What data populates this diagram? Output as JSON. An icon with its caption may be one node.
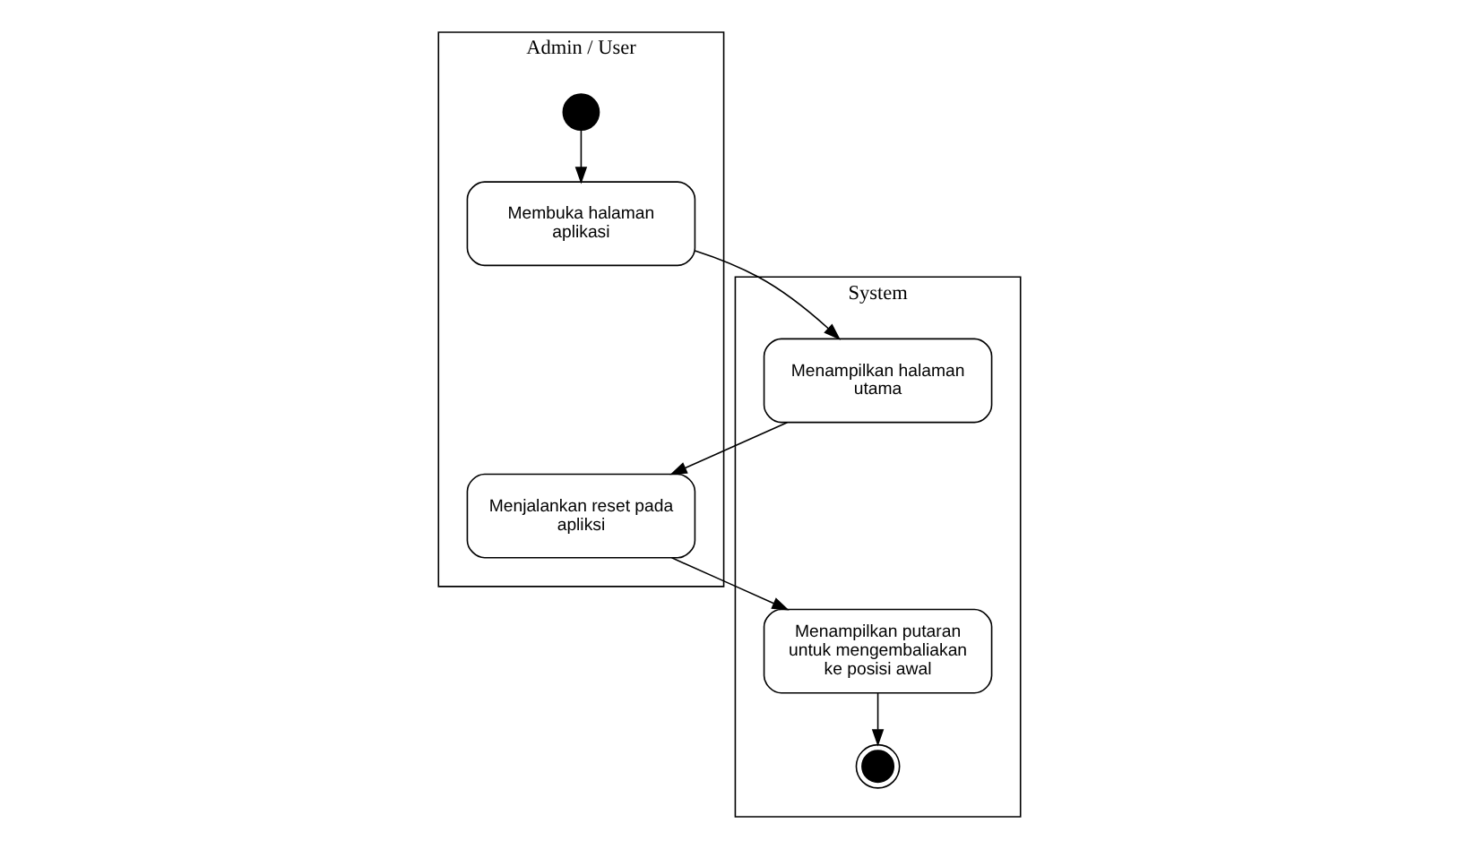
{
  "diagram": {
    "nodes": [
      {
        "text": [
          "Admin / User"
        ]
      },
      {
        "text": [
          "System"
        ]
      },
      {
        "text": [],
        "shape": "circle",
        "in": 0
      },
      {
        "text": [
          "Membuka halaman aplikasi"
        ],
        "in": 0
      },
      {
        "text": [
          "Menjalankan reset pada apliksi"
        ],
        "in": 0
      },
      {
        "text": [
          "Menampilkan halaman utama"
        ],
        "in": 1
      },
      {
        "text": [
          "Menampilkan putaran untuk mengembaliakan ke posisi awal"
        ],
        "in": 1
      },
      {
        "text": [],
        "shape": "bullseye",
        "in": 1
      }
    ],
    "edges": [
      {
        "from": 2,
        "to": 3,
        "arrow": "to"
      },
      {
        "from": 3,
        "to": 5,
        "arrow": "to"
      },
      {
        "from": 5,
        "to": 4,
        "arrow": "to"
      },
      {
        "from": 4,
        "to": 6,
        "arrow": "to"
      },
      {
        "from": 6,
        "to": 7,
        "arrow": "to"
      }
    ]
  }
}
